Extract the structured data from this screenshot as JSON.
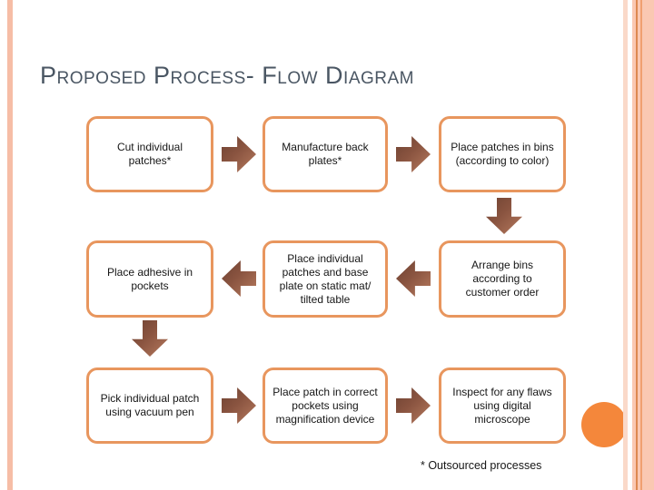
{
  "slide": {
    "title": "Proposed Process- Flow Diagram",
    "footnote": "* Outsourced processes"
  },
  "flowchart": {
    "boxes": [
      {
        "id": "cut-individual-patches",
        "row": 1,
        "col": 1,
        "label": "Cut individual patches*"
      },
      {
        "id": "manufacture-back-plates",
        "row": 1,
        "col": 2,
        "label": "Manufacture back plates*"
      },
      {
        "id": "place-patches-in-bins",
        "row": 1,
        "col": 3,
        "label": "Place patches in bins (according to color)"
      },
      {
        "id": "place-adhesive-in-pockets",
        "row": 2,
        "col": 1,
        "label": "Place adhesive in pockets"
      },
      {
        "id": "place-patches-on-mat",
        "row": 2,
        "col": 2,
        "label": "Place individual patches and base plate on static mat/ tilted table"
      },
      {
        "id": "arrange-bins",
        "row": 2,
        "col": 3,
        "label": "Arrange bins according to customer order"
      },
      {
        "id": "pick-patch-vacuum-pen",
        "row": 3,
        "col": 1,
        "label": "Pick individual patch using vacuum pen"
      },
      {
        "id": "place-patch-magnification",
        "row": 3,
        "col": 2,
        "label": "Place patch in correct pockets using magnification device"
      },
      {
        "id": "inspect-digital-microscope",
        "row": 3,
        "col": 3,
        "label": "Inspect for any flaws using digital microscope"
      }
    ],
    "arrows": [
      {
        "from": "cut-individual-patches",
        "to": "manufacture-back-plates",
        "direction": "right"
      },
      {
        "from": "manufacture-back-plates",
        "to": "place-patches-in-bins",
        "direction": "right"
      },
      {
        "from": "place-patches-in-bins",
        "to": "arrange-bins",
        "direction": "down"
      },
      {
        "from": "arrange-bins",
        "to": "place-patches-on-mat",
        "direction": "left"
      },
      {
        "from": "place-patches-on-mat",
        "to": "place-adhesive-in-pockets",
        "direction": "left"
      },
      {
        "from": "place-adhesive-in-pockets",
        "to": "pick-patch-vacuum-pen",
        "direction": "down"
      },
      {
        "from": "pick-patch-vacuum-pen",
        "to": "place-patch-magnification",
        "direction": "right"
      },
      {
        "from": "place-patch-magnification",
        "to": "inspect-digital-microscope",
        "direction": "right"
      }
    ]
  },
  "colors": {
    "title_text": "#4a5663",
    "box_border": "#e8965e",
    "arrow_dark": "#6e4232",
    "arrow_light": "#b67a5e",
    "accent_circle": "#f4873b",
    "left_bar": "#f6bda6",
    "right_stripe_band": "#fac8b2",
    "right_stripe_line": "#dd8850"
  }
}
